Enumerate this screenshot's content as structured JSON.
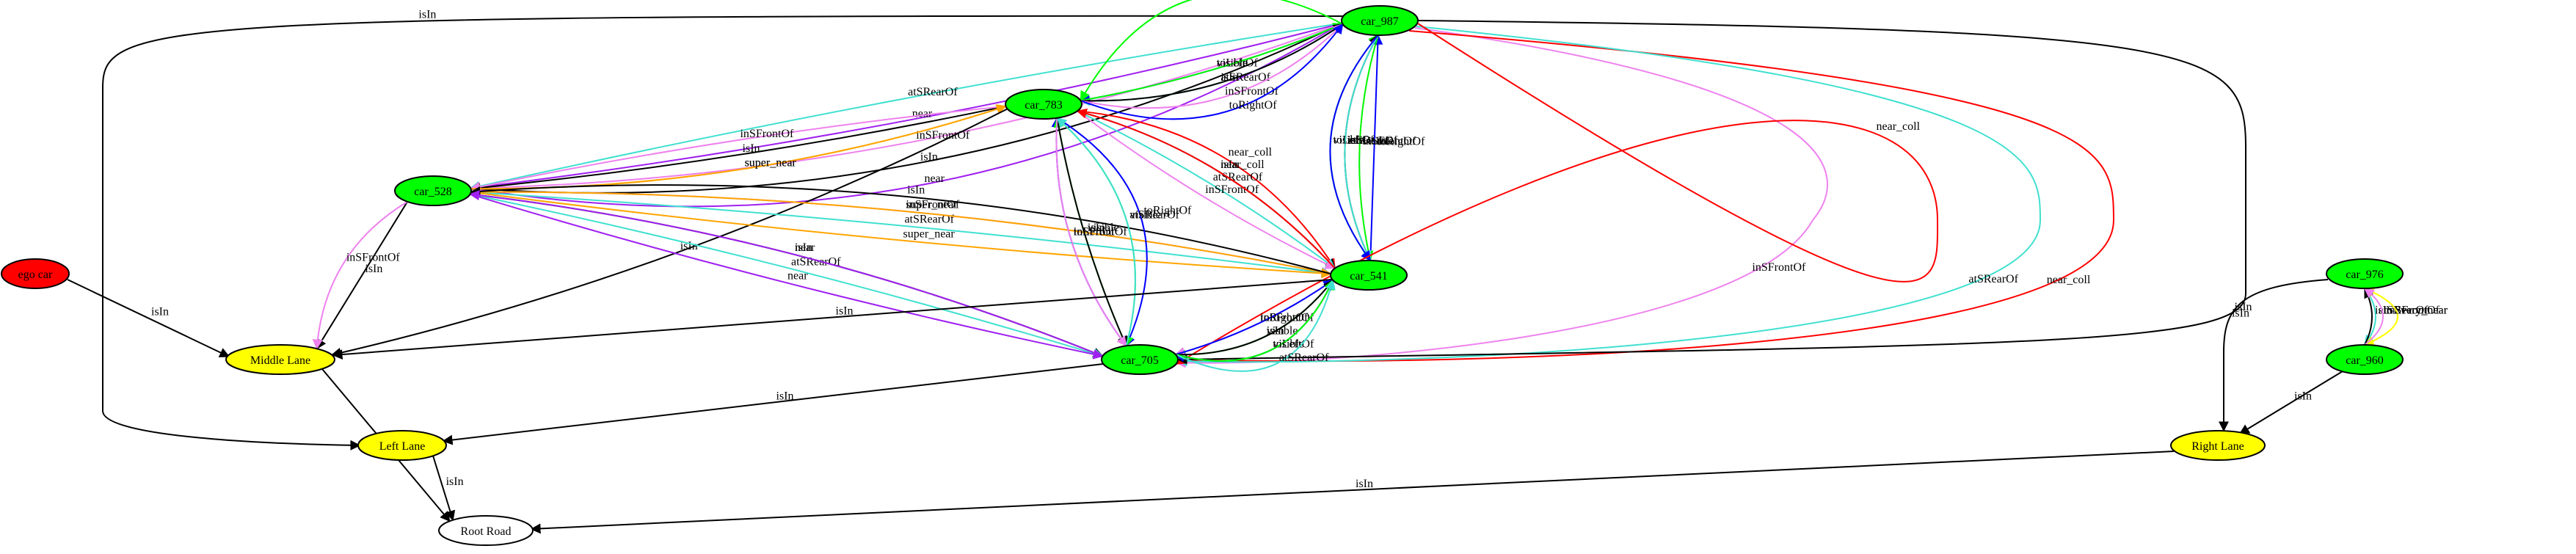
{
  "nodes": [
    {
      "id": "car_987",
      "label": "car_987",
      "fill": "#00ff00"
    },
    {
      "id": "car_783",
      "label": "car_783",
      "fill": "#00ff00"
    },
    {
      "id": "car_528",
      "label": "car_528",
      "fill": "#00ff00"
    },
    {
      "id": "car_541",
      "label": "car_541",
      "fill": "#00ff00"
    },
    {
      "id": "car_705",
      "label": "car_705",
      "fill": "#00ff00"
    },
    {
      "id": "ego_car",
      "label": "ego car",
      "fill": "#ff0000"
    },
    {
      "id": "middle_lane",
      "label": "Middle Lane",
      "fill": "#ffff00"
    },
    {
      "id": "left_lane",
      "label": "Left Lane",
      "fill": "#ffff00"
    },
    {
      "id": "root_road",
      "label": "Root Road",
      "fill": "#ffffff"
    },
    {
      "id": "car_976",
      "label": "car_976",
      "fill": "#00ff00"
    },
    {
      "id": "car_960",
      "label": "car_960",
      "fill": "#00ff00"
    },
    {
      "id": "right_lane",
      "label": "Right Lane",
      "fill": "#ffff00"
    }
  ],
  "edges": [
    {
      "from": "car_987",
      "to": "left_lane",
      "label": "isIn",
      "color": "#000000"
    },
    {
      "from": "car_987",
      "to": "car_528",
      "label": "near",
      "color": "#a020f0"
    },
    {
      "from": "car_987",
      "to": "car_528",
      "label": "isIn",
      "color": "#000000"
    },
    {
      "from": "car_987",
      "to": "car_528",
      "label": "inSFrontOf",
      "color": "#ee82ee"
    },
    {
      "from": "car_987",
      "to": "car_528",
      "label": "near",
      "color": "#a020f0"
    },
    {
      "from": "car_987",
      "to": "car_528",
      "label": "atSRearOf",
      "color": "#40e0d0"
    },
    {
      "from": "car_987",
      "to": "car_783",
      "label": "atSRearOf",
      "color": "#40e0d0"
    },
    {
      "from": "car_987",
      "to": "car_783",
      "label": "toLeftOf",
      "color": "#0000ff"
    },
    {
      "from": "car_783",
      "to": "car_987",
      "label": "visible",
      "color": "#00ff00"
    },
    {
      "from": "car_783",
      "to": "car_987",
      "label": "isIn",
      "color": "#000000"
    },
    {
      "from": "car_783",
      "to": "car_987",
      "label": "inSFrontOf",
      "color": "#ee82ee"
    },
    {
      "from": "car_783",
      "to": "car_987",
      "label": "toRightOf",
      "color": "#0000ff"
    },
    {
      "from": "car_987",
      "to": "car_783",
      "label": "visible",
      "color": "#00ff00"
    },
    {
      "from": "car_783",
      "to": "car_528",
      "label": "super_near",
      "color": "#ffa500"
    },
    {
      "from": "car_783",
      "to": "car_528",
      "label": "isIn",
      "color": "#000000"
    },
    {
      "from": "car_783",
      "to": "car_528",
      "label": "inSFrontOf",
      "color": "#ee82ee"
    },
    {
      "from": "car_528",
      "to": "car_783",
      "label": "super_near",
      "color": "#ffa500"
    },
    {
      "from": "car_783",
      "to": "middle_lane",
      "label": "isIn",
      "color": "#000000"
    },
    {
      "from": "car_528",
      "to": "middle_lane",
      "label": "isIn",
      "color": "#000000"
    },
    {
      "from": "car_528",
      "to": "middle_lane",
      "label": "inSFrontOf",
      "color": "#ee82ee"
    },
    {
      "from": "car_528",
      "to": "car_541",
      "label": "inSFrontOf",
      "color": "#ee82ee"
    },
    {
      "from": "car_528",
      "to": "car_541",
      "label": "atSRearOf",
      "color": "#40e0d0"
    },
    {
      "from": "car_528",
      "to": "car_541",
      "label": "super_near",
      "color": "#ffa500"
    },
    {
      "from": "car_541",
      "to": "car_528",
      "label": "super_near",
      "color": "#ffa500"
    },
    {
      "from": "car_541",
      "to": "car_528",
      "label": "isIn",
      "color": "#000000"
    },
    {
      "from": "car_528",
      "to": "car_705",
      "label": "isIn",
      "color": "#000000"
    },
    {
      "from": "car_528",
      "to": "car_705",
      "label": "atSRearOf",
      "color": "#40e0d0"
    },
    {
      "from": "car_528",
      "to": "car_705",
      "label": "near",
      "color": "#a020f0"
    },
    {
      "from": "car_705",
      "to": "car_528",
      "label": "near",
      "color": "#a020f0"
    },
    {
      "from": "car_783",
      "to": "car_705",
      "label": "toRightOf",
      "color": "#0000ff"
    },
    {
      "from": "car_783",
      "to": "car_705",
      "label": "visible",
      "color": "#00ff00"
    },
    {
      "from": "car_705",
      "to": "car_783",
      "label": "toLeftOf",
      "color": "#0000ff"
    },
    {
      "from": "car_705",
      "to": "car_783",
      "label": "visible",
      "color": "#00ff00"
    },
    {
      "from": "car_783",
      "to": "car_705",
      "label": "isIn",
      "color": "#000000"
    },
    {
      "from": "car_783",
      "to": "car_705",
      "label": "inSFrontOf",
      "color": "#ee82ee"
    },
    {
      "from": "car_705",
      "to": "car_783",
      "label": "atSRearOf",
      "color": "#40e0d0"
    },
    {
      "from": "car_783",
      "to": "car_541",
      "label": "near_coll",
      "color": "#ff0000"
    },
    {
      "from": "car_783",
      "to": "car_541",
      "label": "isIn",
      "color": "#000000"
    },
    {
      "from": "car_783",
      "to": "car_541",
      "label": "atSRearOf",
      "color": "#40e0d0"
    },
    {
      "from": "car_783",
      "to": "car_541",
      "label": "inSFrontOf",
      "color": "#ee82ee"
    },
    {
      "from": "car_541",
      "to": "car_783",
      "label": "near_coll",
      "color": "#ff0000"
    },
    {
      "from": "car_541",
      "to": "car_987",
      "label": "visible",
      "color": "#00ff00"
    },
    {
      "from": "car_541",
      "to": "car_987",
      "label": "isIn",
      "color": "#000000"
    },
    {
      "from": "car_541",
      "to": "car_987",
      "label": "inSFrontOf",
      "color": "#ee82ee"
    },
    {
      "from": "car_541",
      "to": "car_987",
      "label": "toRightOf",
      "color": "#0000ff"
    },
    {
      "from": "car_987",
      "to": "car_541",
      "label": "visible",
      "color": "#00ff00"
    },
    {
      "from": "car_987",
      "to": "car_541",
      "label": "atSRearOf",
      "color": "#40e0d0"
    },
    {
      "from": "car_987",
      "to": "car_541",
      "label": "toLeftOf",
      "color": "#0000ff"
    },
    {
      "from": "car_987",
      "to": "car_705",
      "label": "inSFrontOf",
      "color": "#ee82ee"
    },
    {
      "from": "car_987",
      "to": "car_705",
      "label": "near_coll",
      "color": "#ff0000"
    },
    {
      "from": "car_987",
      "to": "car_705",
      "label": "atSRearOf",
      "color": "#40e0d0"
    },
    {
      "from": "car_705",
      "to": "car_987",
      "label": "near_coll",
      "color": "#ff0000"
    },
    {
      "from": "car_987",
      "to": "car_705",
      "label": "isIn",
      "color": "#000000"
    },
    {
      "from": "car_541",
      "to": "middle_lane",
      "label": "isIn",
      "color": "#000000"
    },
    {
      "from": "car_541",
      "to": "car_705",
      "label": "toLeftOf",
      "color": "#0000ff"
    },
    {
      "from": "car_541",
      "to": "car_705",
      "label": "visible",
      "color": "#00ff00"
    },
    {
      "from": "car_541",
      "to": "car_705",
      "label": "inSFrontOf",
      "color": "#ee82ee"
    },
    {
      "from": "car_705",
      "to": "car_541",
      "label": "toRightOf",
      "color": "#0000ff"
    },
    {
      "from": "car_705",
      "to": "car_541",
      "label": "isIn",
      "color": "#000000"
    },
    {
      "from": "car_705",
      "to": "car_541",
      "label": "visible",
      "color": "#00ff00"
    },
    {
      "from": "car_705",
      "to": "car_541",
      "label": "atSRearOf",
      "color": "#40e0d0"
    },
    {
      "from": "car_705",
      "to": "left_lane",
      "label": "isIn",
      "color": "#000000"
    },
    {
      "from": "ego_car",
      "to": "middle_lane",
      "label": "isIn",
      "color": "#000000"
    },
    {
      "from": "middle_lane",
      "to": "root_road",
      "label": "isIn",
      "color": "#000000"
    },
    {
      "from": "left_lane",
      "to": "root_road",
      "label": "isIn",
      "color": "#000000"
    },
    {
      "from": "right_lane",
      "to": "root_road",
      "label": "isIn",
      "color": "#000000"
    },
    {
      "from": "car_976",
      "to": "right_lane",
      "label": "isIn",
      "color": "#000000"
    },
    {
      "from": "car_976",
      "to": "car_960",
      "label": "atSRearOf",
      "color": "#40e0d0"
    },
    {
      "from": "car_976",
      "to": "car_960",
      "label": "very_near",
      "color": "#ffff00"
    },
    {
      "from": "car_960",
      "to": "car_976",
      "label": "very_near",
      "color": "#ffff00"
    },
    {
      "from": "car_960",
      "to": "car_976",
      "label": "isIn",
      "color": "#000000"
    },
    {
      "from": "car_960",
      "to": "car_976",
      "label": "inSFrontOf",
      "color": "#ee82ee"
    },
    {
      "from": "car_960",
      "to": "right_lane",
      "label": "isIn",
      "color": "#000000"
    }
  ]
}
